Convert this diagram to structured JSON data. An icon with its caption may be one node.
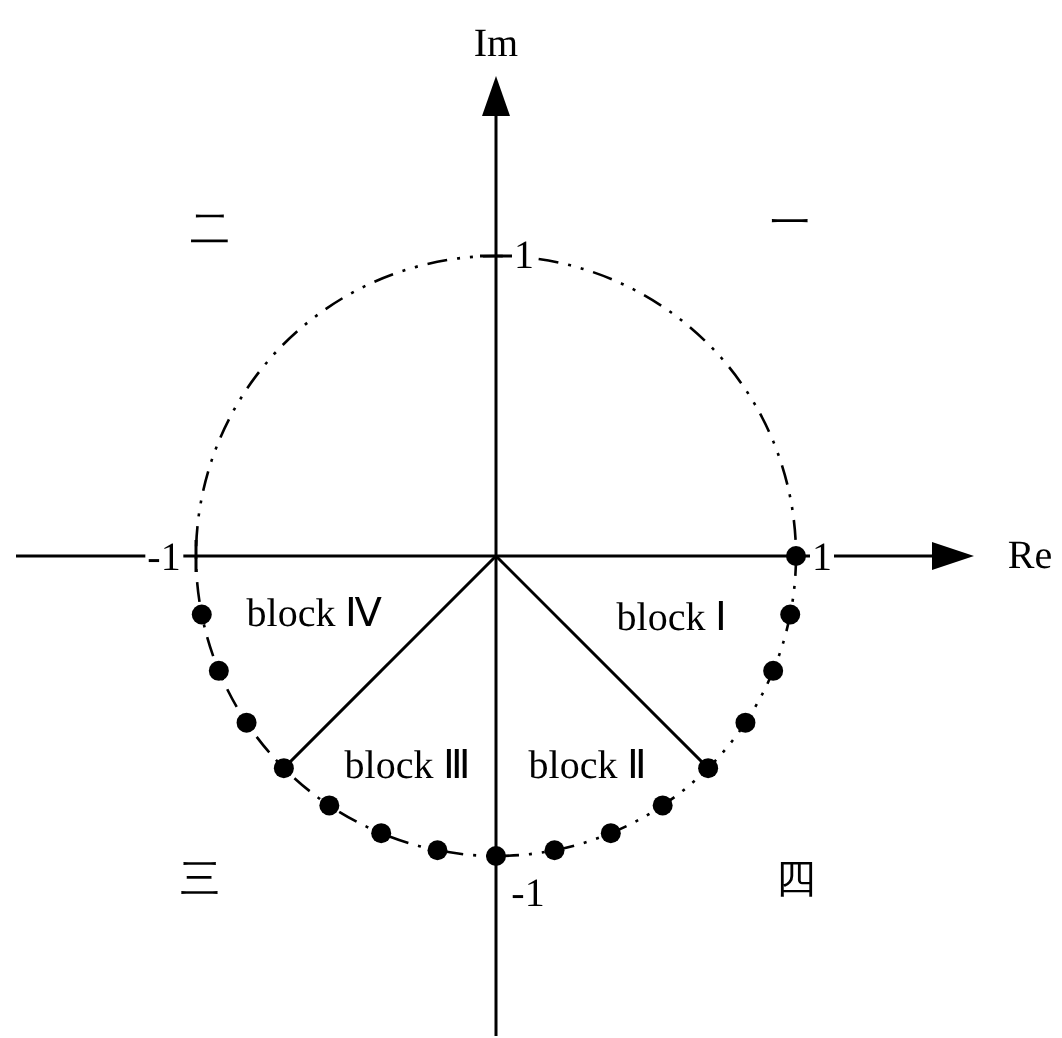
{
  "diagram": {
    "labels": [
      "Im",
      "二",
      "1",
      "一",
      "-1",
      "1",
      "Re",
      "block Ⅳ",
      "block Ⅰ",
      "block Ⅲ",
      "block Ⅱ",
      "三",
      "-1",
      "四"
    ]
  }
}
